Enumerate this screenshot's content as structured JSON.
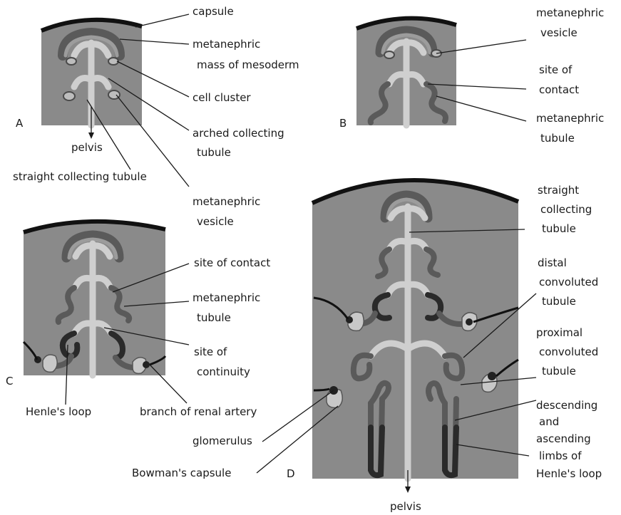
{
  "panels": {
    "A": {
      "letter": "A",
      "labels": {
        "capsule": "capsule",
        "metanephric_mass_1": "metanephric",
        "metanephric_mass_2": "mass of mesoderm",
        "cell_cluster": "cell cluster",
        "arched_1": "arched collecting",
        "arched_2": "tubule",
        "pelvis": "pelvis",
        "straight": "straight collecting tubule",
        "vesicle_1": "metanephric",
        "vesicle_2": "vesicle"
      }
    },
    "B": {
      "letter": "B",
      "labels": {
        "vesicle_1": "metanephric",
        "vesicle_2": "vesicle",
        "contact_1": "site of",
        "contact_2": "contact",
        "tubule_1": "metanephric",
        "tubule_2": "tubule"
      }
    },
    "C": {
      "letter": "C",
      "labels": {
        "contact": "site of contact",
        "tubule_1": "metanephric",
        "tubule_2": "tubule",
        "continuity_1": "site of",
        "continuity_2": "continuity",
        "henle": "Henle's loop",
        "artery": "branch of renal artery"
      }
    },
    "D": {
      "letter": "D",
      "labels": {
        "straight_1": "straight",
        "straight_2": "collecting",
        "straight_3": "tubule",
        "distal_1": "distal",
        "distal_2": "convoluted",
        "distal_3": "tubule",
        "proximal_1": "proximal",
        "proximal_2": "convoluted",
        "proximal_3": "tubule",
        "limbs_1": "descending",
        "limbs_2": "and",
        "limbs_3": "ascending",
        "limbs_4": "limbs of",
        "limbs_5": "Henle's loop",
        "glomerulus": "glomerulus",
        "bowman": "Bowman's capsule",
        "pelvis": "pelvis"
      }
    }
  }
}
